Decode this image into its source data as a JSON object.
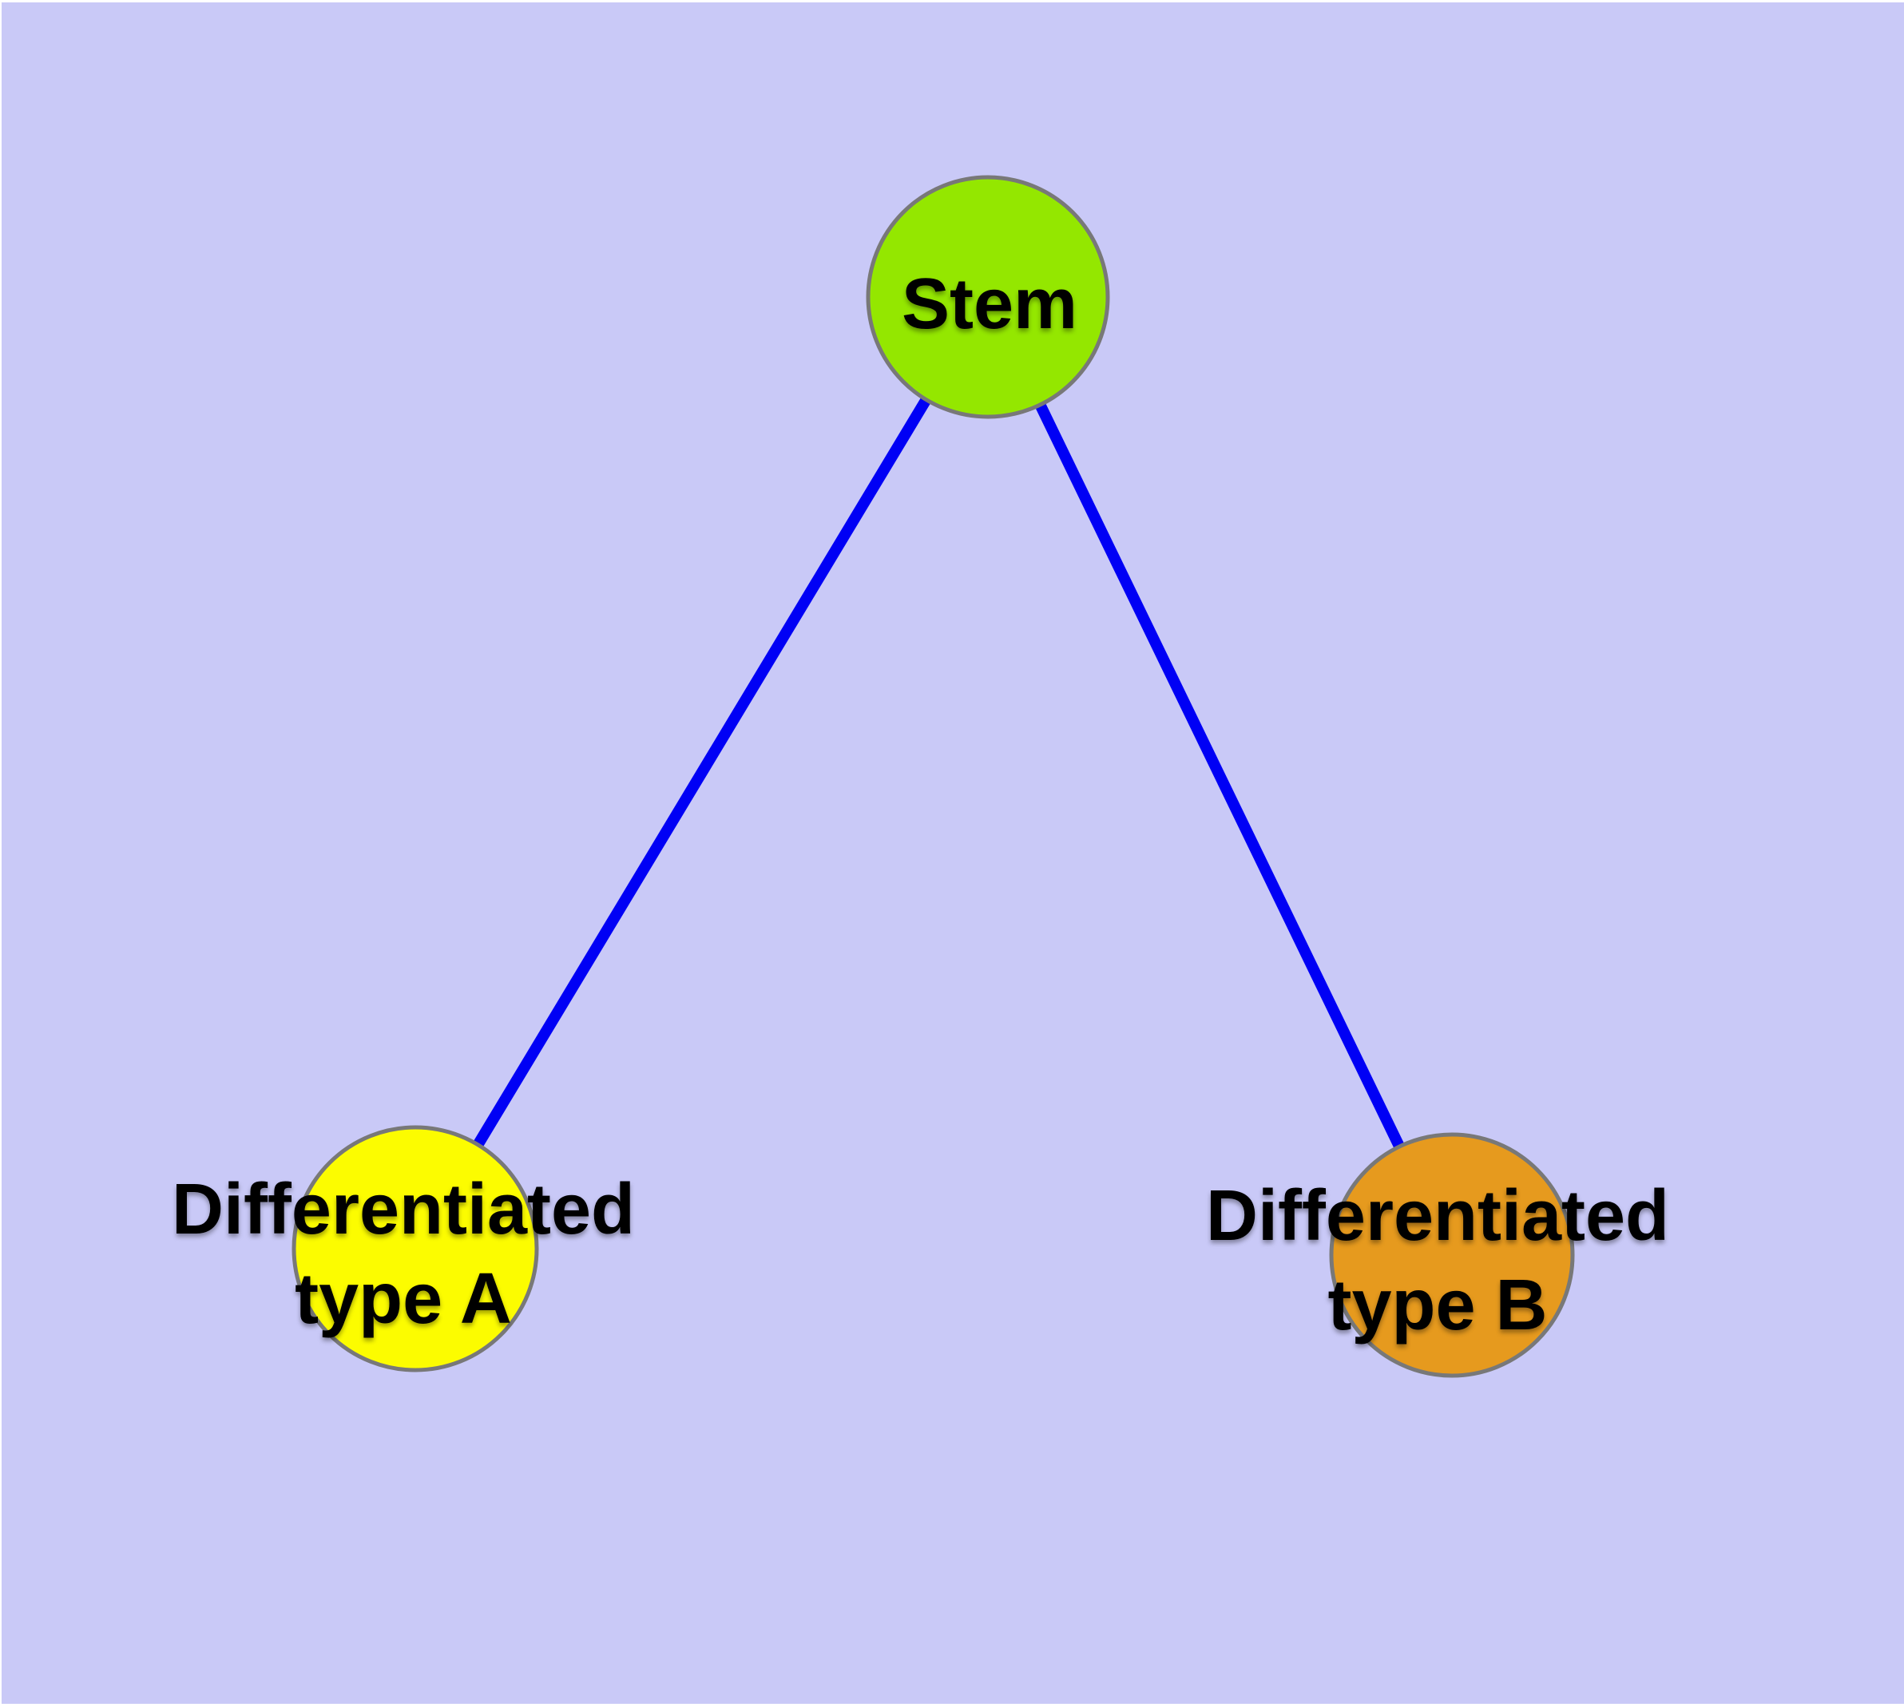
{
  "figure": {
    "title": "Stem cell differentiation diagram",
    "background_color": "#C9C9F7",
    "page_margin_color": "#FFFFFF",
    "edge_color": "#0000F5",
    "node_border_color": "#787878",
    "label_color": "#000000",
    "nodes": [
      {
        "id": "stem",
        "label": "Stem",
        "label_lines": [
          "Stem"
        ],
        "fill": "#94E700"
      },
      {
        "id": "differentiated-type-a",
        "label": "Differentiated type A",
        "label_lines": [
          "Differentiated",
          "type A"
        ],
        "fill": "#FCFC00"
      },
      {
        "id": "differentiated-type-b",
        "label": "Differentiated type B",
        "label_lines": [
          "Differentiated",
          "type B"
        ],
        "fill": "#E69A1E"
      }
    ],
    "edges": [
      {
        "from": "Stem",
        "to": "Differentiated type A"
      },
      {
        "from": "Stem",
        "to": "Differentiated type B"
      }
    ]
  }
}
